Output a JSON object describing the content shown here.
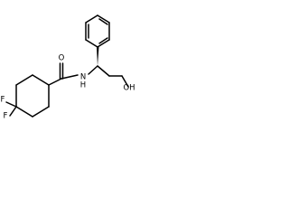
{
  "molecule": {
    "atoms": {
      "oxygen_carbonyl": "O",
      "nitrogen": "N",
      "hydrogen_nh": "H",
      "fluorine_1": "F",
      "fluorine_2": "F",
      "hydroxyl": "OH"
    },
    "colors": {
      "bond": "#000000",
      "label": "#000000",
      "background": "#ffffff"
    }
  }
}
